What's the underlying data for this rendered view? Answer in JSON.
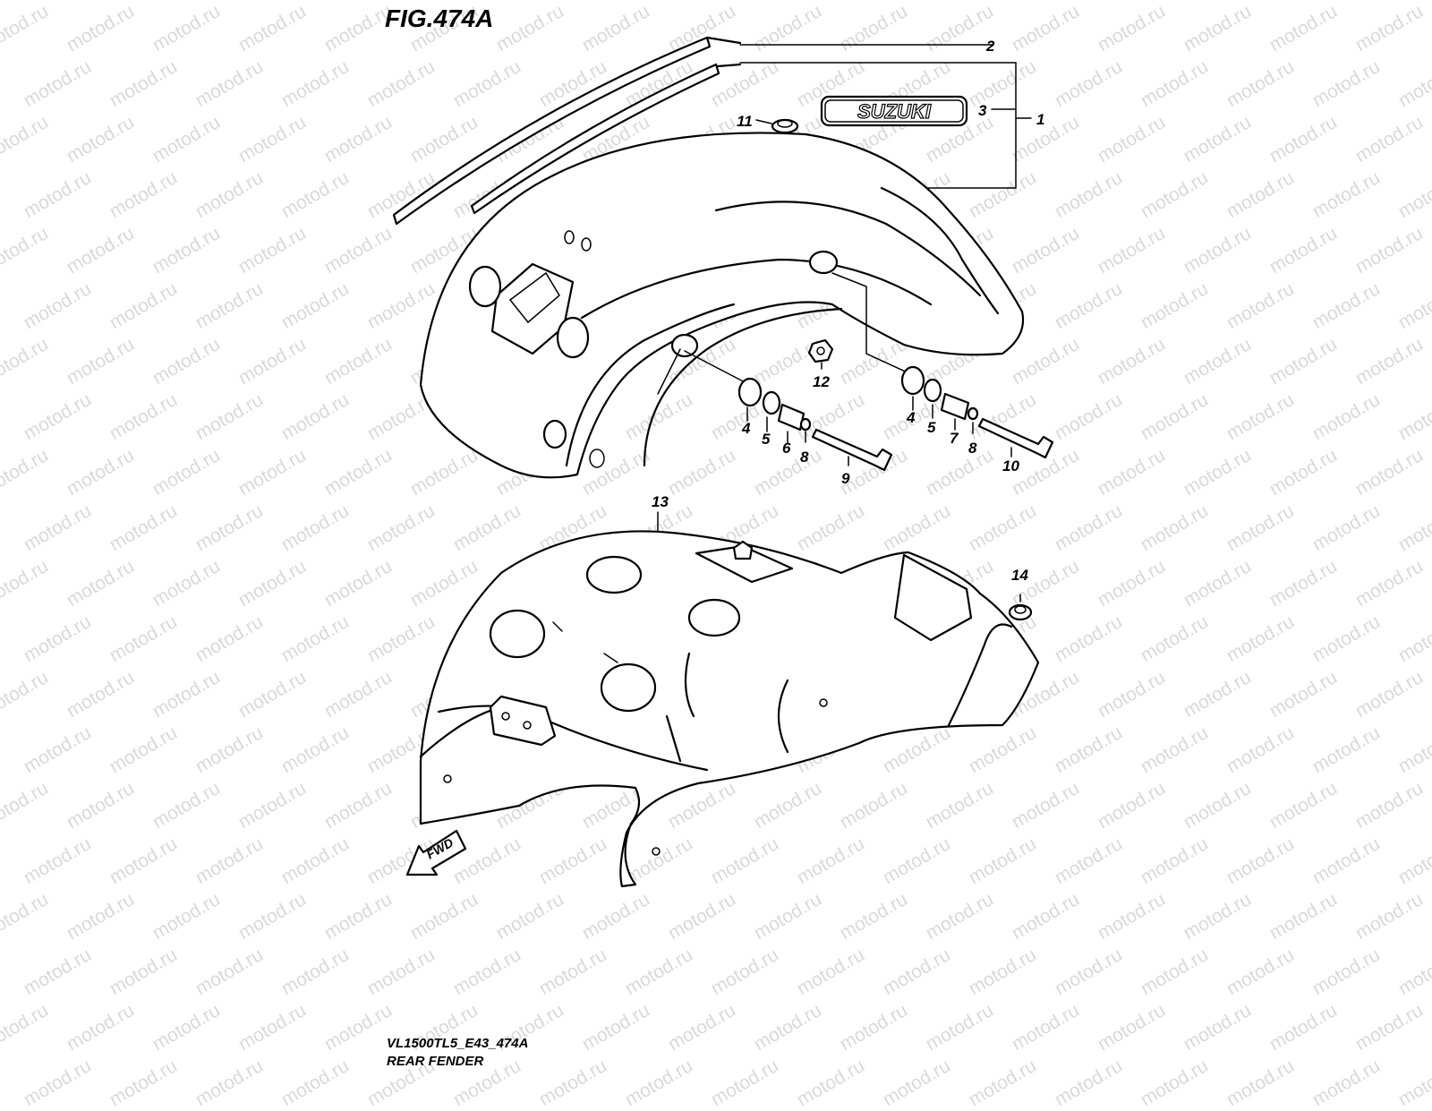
{
  "figure": {
    "title": "FIG.474A",
    "code": "VL1500TL5_E43_474A",
    "caption": "REAR FENDER"
  },
  "watermark": "motod.ru",
  "emblem_text": "SUZUKI",
  "fwd_label": "FWD",
  "callouts": [
    "1",
    "2",
    "3",
    "4",
    "5",
    "6",
    "7",
    "8",
    "9",
    "10",
    "11",
    "12",
    "13",
    "14"
  ],
  "second_callouts": {
    "4": "4",
    "5": "5",
    "8": "8"
  }
}
